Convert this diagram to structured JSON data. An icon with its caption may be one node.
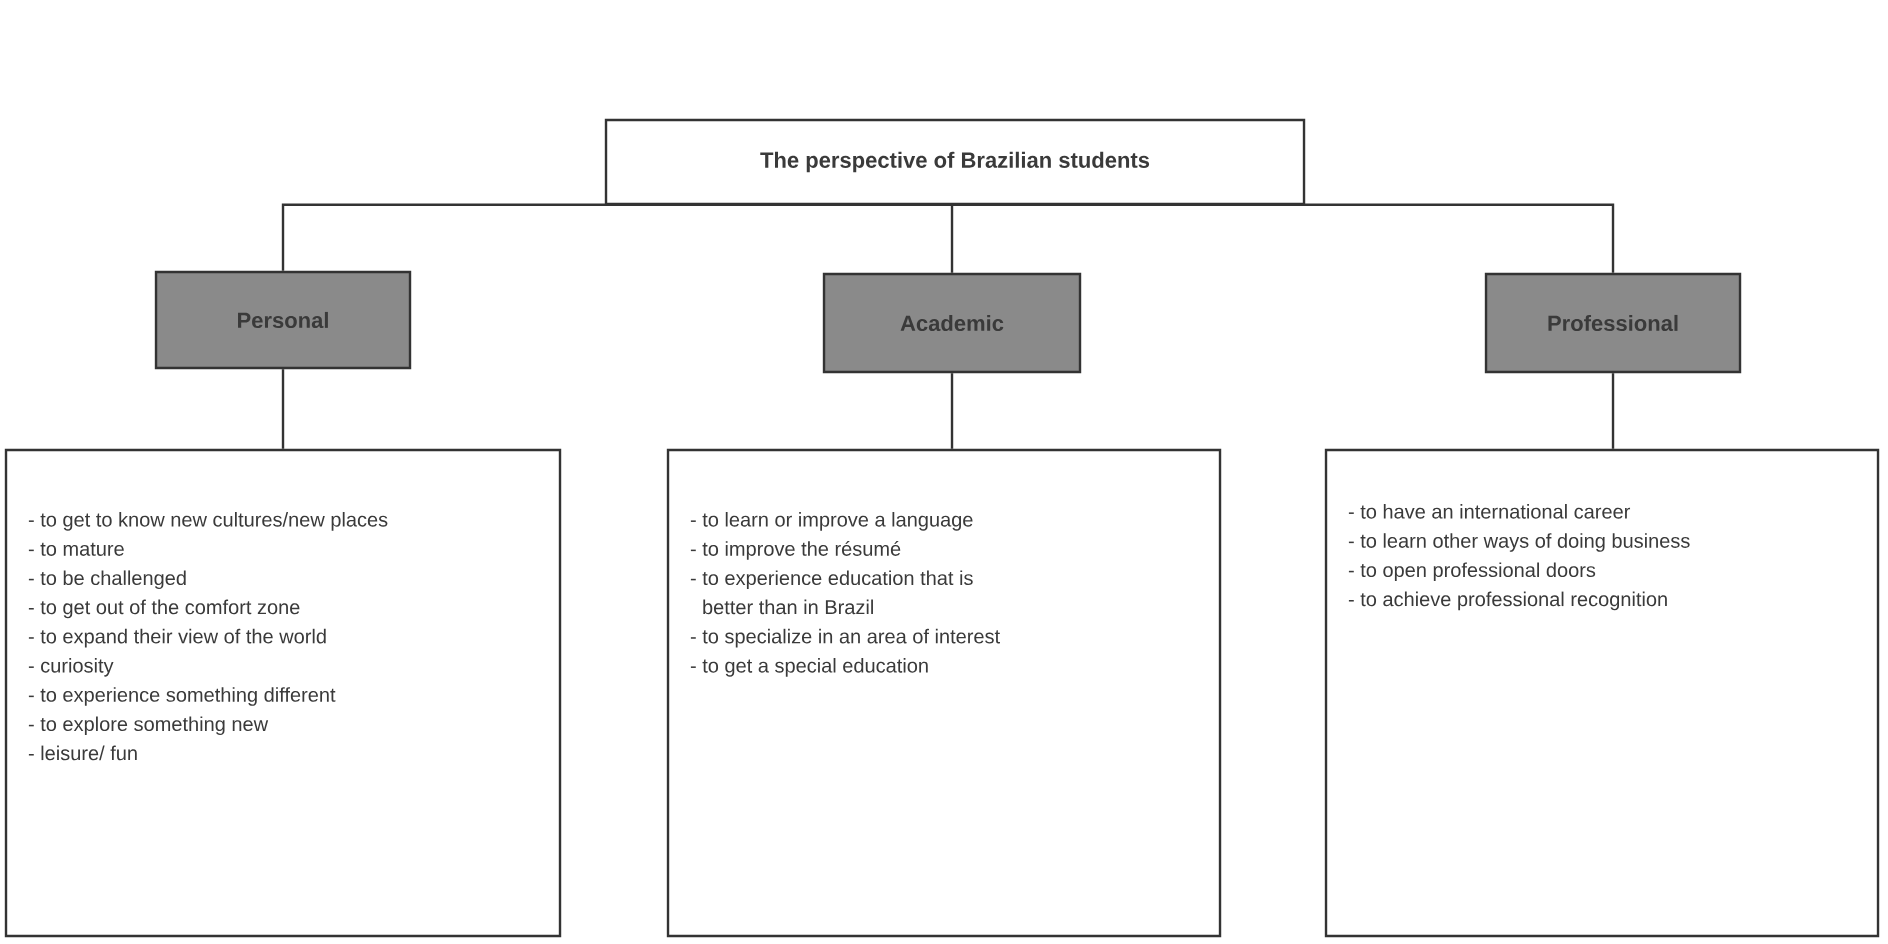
{
  "diagram": {
    "nodes": [
      {
        "text": [
          "The perspective of Brazilian students"
        ]
      },
      {
        "text": [
          "Personal"
        ]
      },
      {
        "text": [
          "Academic"
        ]
      },
      {
        "text": [
          "Professional"
        ]
      },
      {
        "text": [
          "- to get to know new cultures/new places",
          "- to mature",
          "- to be challenged",
          "- to get out of the comfort zone",
          "- to expand their view of the world",
          "- curiosity",
          "- to experience something different",
          "- to explore something new",
          "- leisure/ fun"
        ]
      },
      {
        "text": [
          "- to learn or improve a language",
          "- to improve the résumé",
          "- to experience education that is better than in Brazil",
          "- to specialize in an area of interest",
          "- to get a special education"
        ]
      },
      {
        "text": [
          "- to have an international career",
          "- to learn other ways of doing business",
          "- to open professional doors",
          "- to achieve professional recognition"
        ]
      }
    ],
    "edges": [
      {
        "from": 0,
        "to": 1,
        "arrow": "none"
      },
      {
        "from": 0,
        "to": 2,
        "arrow": "none"
      },
      {
        "from": 0,
        "to": 3,
        "arrow": "none"
      },
      {
        "from": 1,
        "to": 4,
        "arrow": "none"
      },
      {
        "from": 2,
        "to": 5,
        "arrow": "none"
      },
      {
        "from": 3,
        "to": 6,
        "arrow": "none"
      }
    ]
  }
}
